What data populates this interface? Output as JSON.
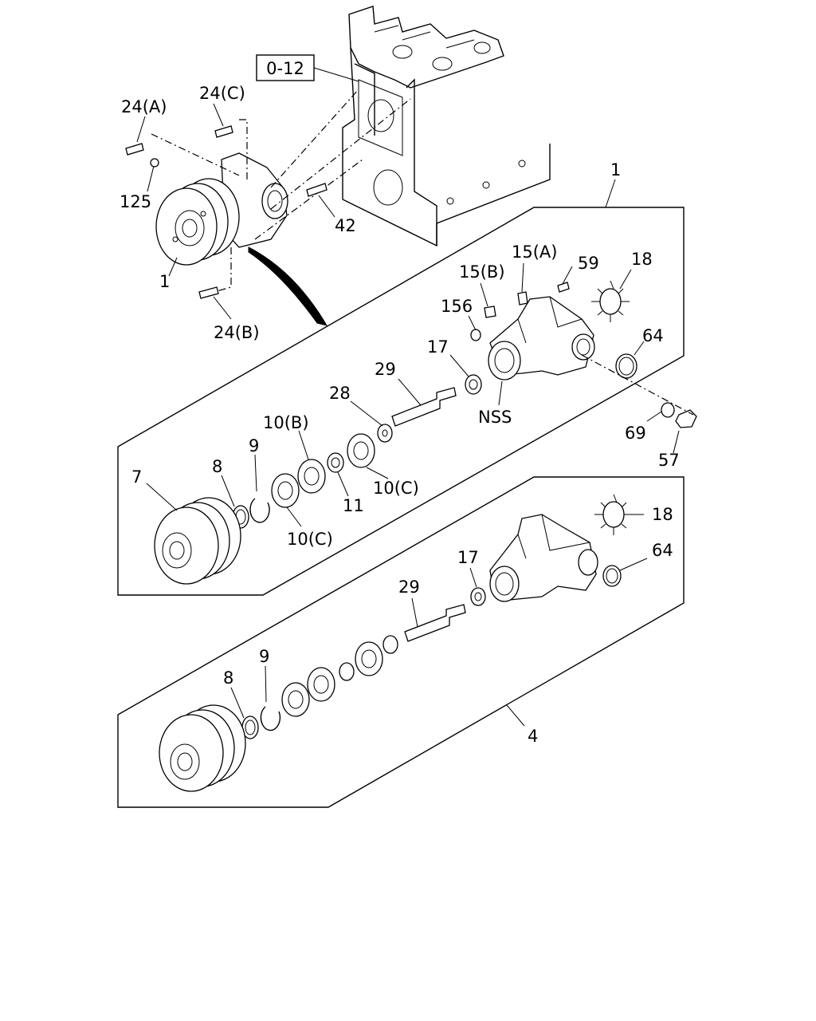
{
  "reference_box": "0-12",
  "labels": {
    "l_24A_top": "24(A)",
    "l_24C": "24(C)",
    "l_125": "125",
    "l_42": "42",
    "l_1_assy": "1",
    "l_24B": "24(B)",
    "l_1_panel": "1",
    "l_15A": "15(A)",
    "l_15B": "15(B)",
    "l_59": "59",
    "l_18_a": "18",
    "l_156": "156",
    "l_17_a": "17",
    "l_64_a": "64",
    "l_29_a": "29",
    "l_nss": "NSS",
    "l_28": "28",
    "l_10B": "10(B)",
    "l_9_a": "9",
    "l_8_a": "8",
    "l_7": "7",
    "l_10C_a": "10(C)",
    "l_11": "11",
    "l_10C_b": "10(C)",
    "l_69": "69",
    "l_57": "57",
    "l_18_b": "18",
    "l_64_b": "64",
    "l_17_b": "17",
    "l_29_b": "29",
    "l_9_b": "9",
    "l_8_b": "8",
    "l_4": "4"
  }
}
